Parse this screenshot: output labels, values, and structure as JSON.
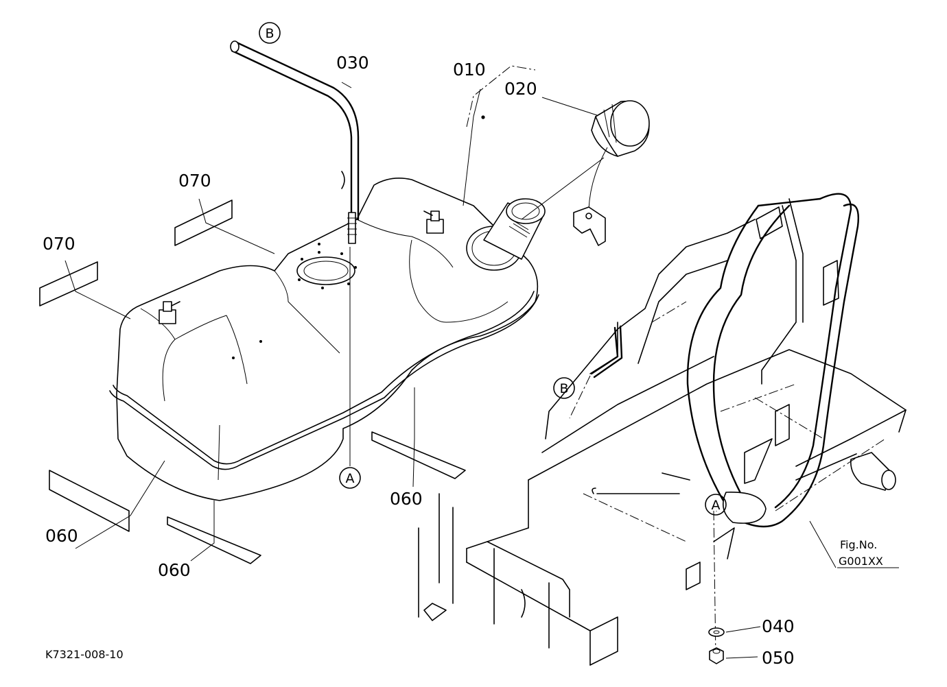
{
  "parts": {
    "p010": "010",
    "p020": "020",
    "p030": "030",
    "p040": "040",
    "p050": "050",
    "p060a": "060",
    "p060b": "060",
    "p060c": "060",
    "p070a": "070",
    "p070b": "070"
  },
  "callouts": {
    "b_top": "B",
    "b_frame": "B",
    "a_tank": "A",
    "a_frame": "A"
  },
  "fig": {
    "label": "Fig.No.",
    "number": "G001XX"
  },
  "diagram_code": "K7321-008-10"
}
